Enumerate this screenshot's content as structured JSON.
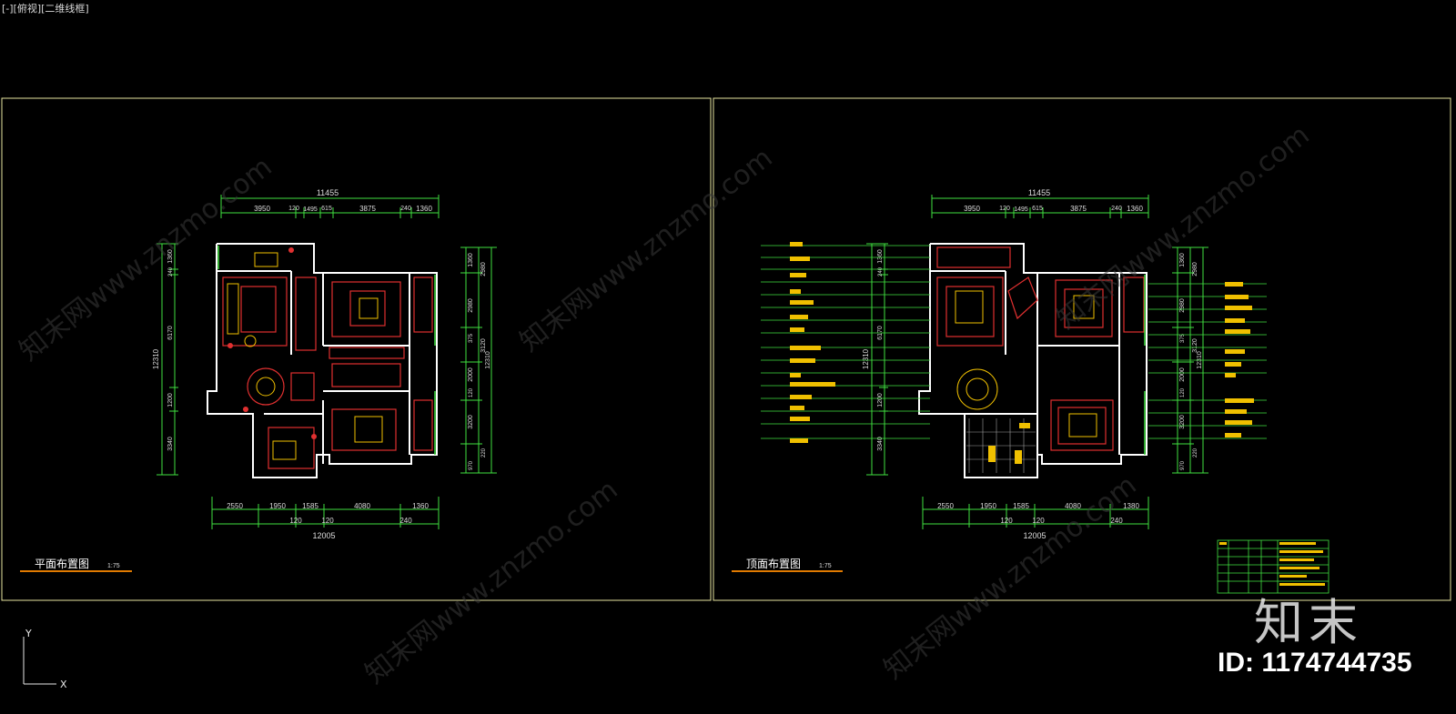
{
  "viewport": {
    "label": "[-][俯视][二维线框]"
  },
  "watermark": {
    "text": "知末网www.znzmo.com"
  },
  "logo": {
    "text": "知末"
  },
  "id_label": "ID: 1174744735",
  "ucs": {
    "y": "Y",
    "x": "X"
  },
  "sheets": [
    {
      "title": "平面布置图",
      "scale": "1:75",
      "top_total": "11455",
      "top_dims": [
        "3950",
        "120",
        "1495",
        "615",
        "3875",
        "240",
        "1360"
      ],
      "bottom_total": "12005",
      "bottom_dims": [
        "2550",
        "1950",
        "1585",
        "4080",
        "1360"
      ],
      "bottom_sub": [
        "120",
        "120",
        "240"
      ],
      "left_total": "12310",
      "left_dims": [
        "1360",
        "240",
        "6170",
        "1200",
        "3340"
      ],
      "right_total": "12310",
      "right_dims": [
        "1360",
        "2980",
        "2980",
        "375",
        "3120",
        "2000",
        "120",
        "3200",
        "220",
        "970"
      ]
    },
    {
      "title": "顶面布置图",
      "scale": "1:75",
      "top_total": "11455",
      "top_dims": [
        "3950",
        "120",
        "1495",
        "615",
        "3875",
        "240",
        "1360"
      ],
      "bottom_total": "12005",
      "bottom_dims": [
        "2550",
        "1950",
        "1585",
        "4080",
        "1380"
      ],
      "bottom_sub": [
        "120",
        "120",
        "240"
      ],
      "left_total": "12310",
      "left_dims": [
        "1360",
        "240",
        "6170",
        "1200",
        "3340"
      ],
      "right_total": "12310",
      "right_dims": [
        "1360",
        "2980",
        "2980",
        "375",
        "3120",
        "2000",
        "120",
        "3200",
        "220",
        "970"
      ]
    }
  ],
  "colors": {
    "frame": "#e8e6a0",
    "wall": "#ffffff",
    "red": "#e03030",
    "yellow": "#f0c000",
    "green": "#40e040",
    "orange": "#e07a00"
  }
}
